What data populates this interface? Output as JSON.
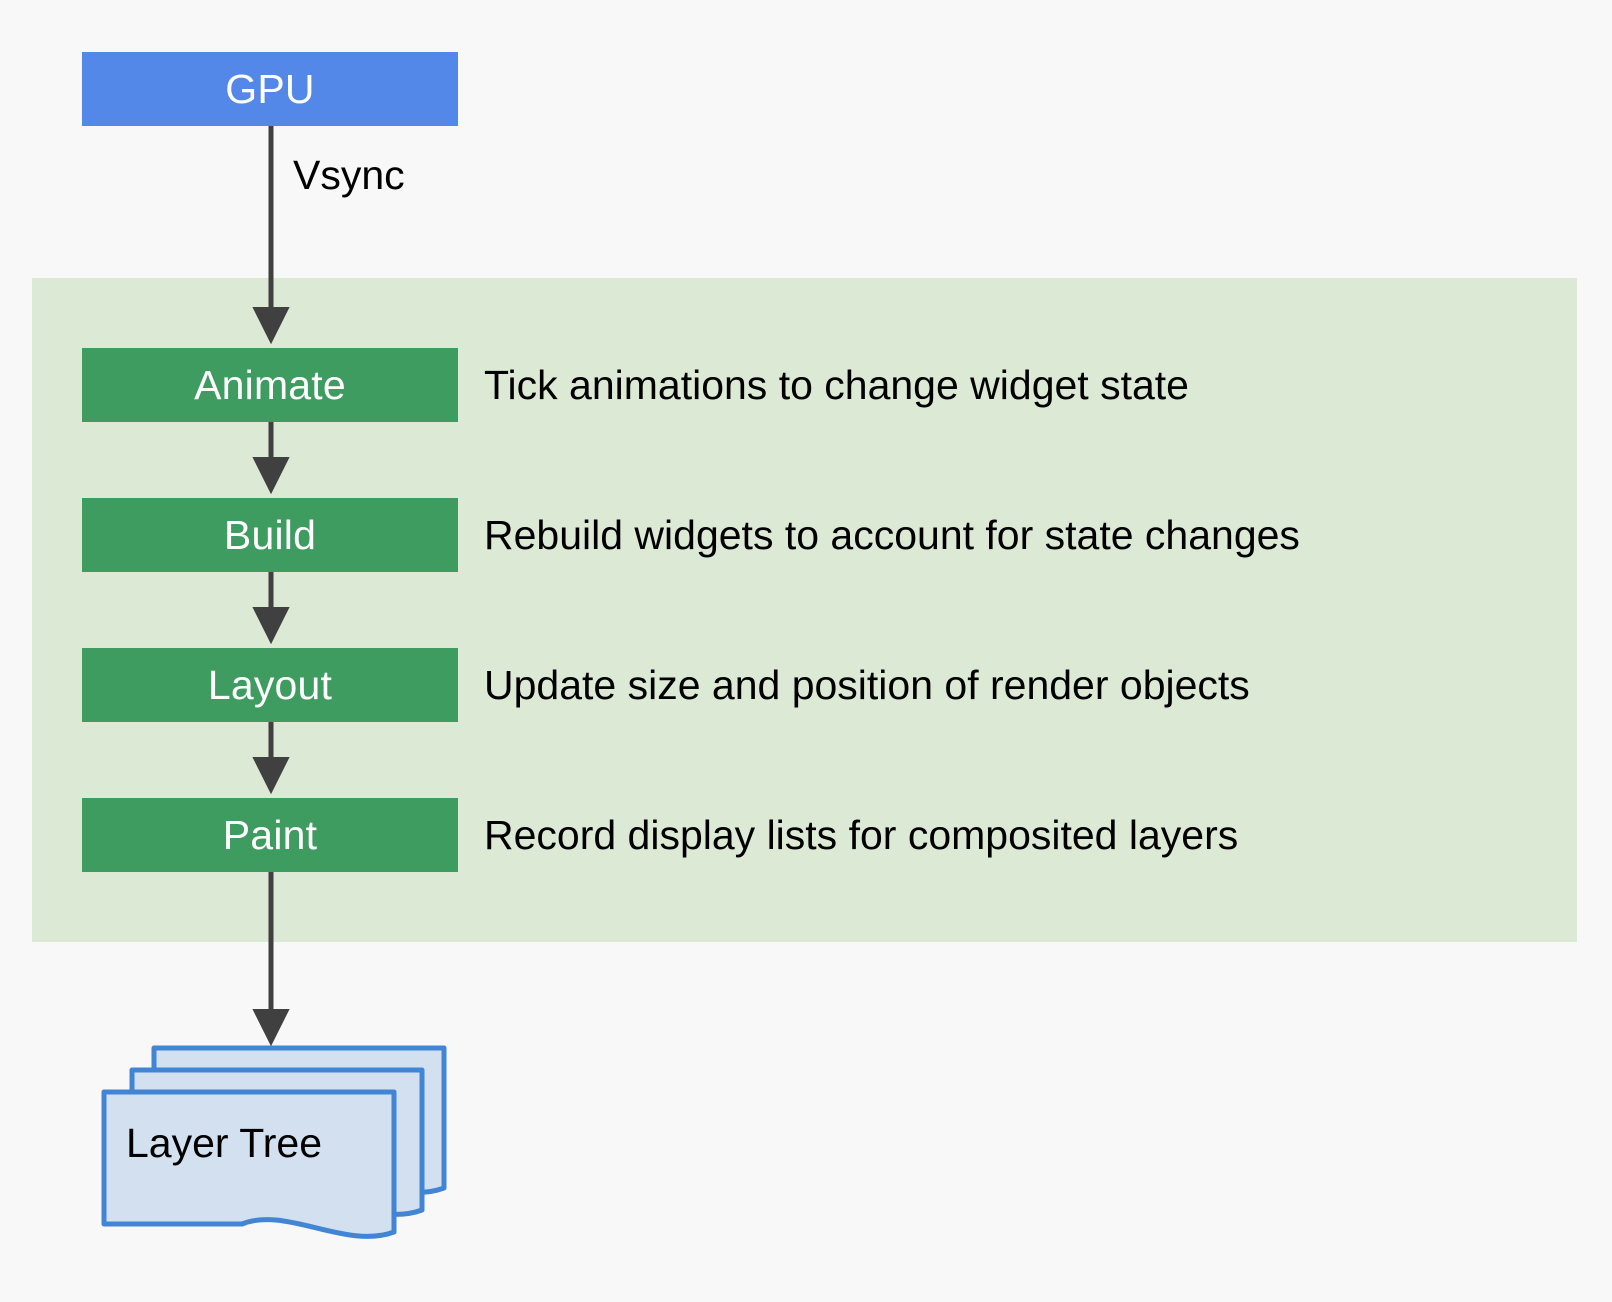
{
  "diagram": {
    "title_nodes": {
      "gpu": "GPU",
      "layer_tree": "Layer Tree"
    },
    "edge_labels": {
      "vsync": "Vsync"
    },
    "stages": [
      {
        "name": "Animate",
        "description": "Tick animations to change widget state"
      },
      {
        "name": "Build",
        "description": "Rebuild widgets to account for state changes"
      },
      {
        "name": "Layout",
        "description": "Update size and position of render objects"
      },
      {
        "name": "Paint",
        "description": "Record display lists for composited layers"
      }
    ],
    "colors": {
      "page_background": "#f8f8f8",
      "gpu_box": "#5488e8",
      "stage_box": "#3e9c60",
      "phase_band": "#dce9d5",
      "arrow": "#404040",
      "layer_card_fill": "#d2e0f0",
      "layer_card_stroke": "#4285d4",
      "stage_label_text": "#ffffff",
      "description_text": "#000000"
    },
    "icons": {
      "arrow": "arrow-down-icon",
      "layer_stack": "layer-stack-icon"
    }
  }
}
